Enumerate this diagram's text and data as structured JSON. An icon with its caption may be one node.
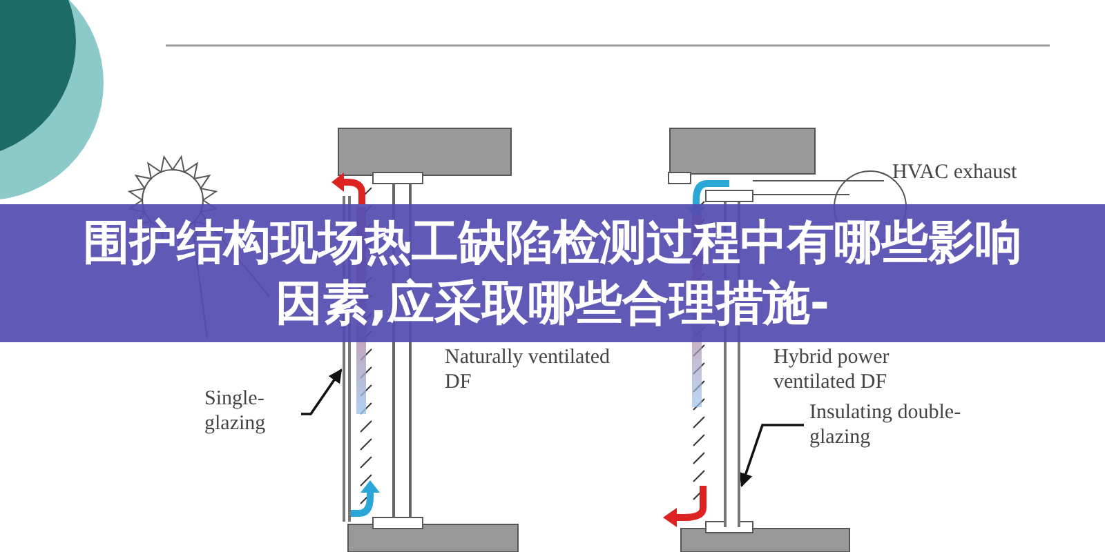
{
  "diagram": {
    "title": "围护结构现场热工缺陷检测过程中有哪些影响因素,应采取哪些合理措施-",
    "nodes": [
      {
        "text": [
          "Single-glazing"
        ]
      },
      {
        "text": [],
        "shape": "bar"
      },
      {
        "text": [
          "Insulating double-glazing"
        ]
      },
      {
        "text": [],
        "shape": "bar"
      }
    ],
    "edges": [
      {
        "from": 0,
        "to": 1,
        "arrow": "to"
      },
      {
        "from": 2,
        "to": 3,
        "arrow": "to"
      }
    ],
    "labels": [
      "HVAC exhaust",
      "Naturally ventilated DF",
      "Hybrid power ventilated DF"
    ]
  }
}
